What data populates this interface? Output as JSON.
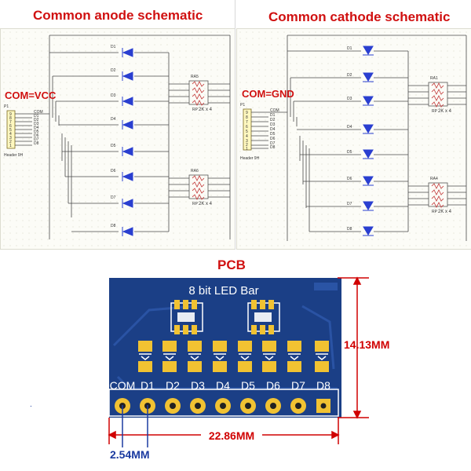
{
  "left": {
    "title": "Common anode schematic",
    "com_label": "COM=VCC",
    "header_ref": "P1",
    "header_name": "Header 9H",
    "pins": [
      "9",
      "8",
      "7",
      "6",
      "5",
      "4",
      "3",
      "2",
      "1"
    ],
    "nets": [
      "COM",
      "D1",
      "D2",
      "D3",
      "D4",
      "D5",
      "D6",
      "D7",
      "D8"
    ],
    "leds": [
      "D1",
      "D2",
      "D3",
      "D4",
      "D5",
      "D6",
      "D7",
      "D8"
    ],
    "ra_top": "RA5",
    "ra_bottom": "RA6",
    "rp_label": "2K x 4",
    "rp_prefix": "RP"
  },
  "right": {
    "title": "Common cathode schematic",
    "com_label": "COM=GND",
    "header_ref": "P1",
    "header_name": "Header 9H",
    "pins": [
      "9",
      "8",
      "7",
      "6",
      "5",
      "4",
      "3",
      "2",
      "1"
    ],
    "nets": [
      "COM",
      "D1",
      "D2",
      "D3",
      "D4",
      "D5",
      "D6",
      "D7",
      "D8"
    ],
    "leds": [
      "D1",
      "D2",
      "D3",
      "D4",
      "D5",
      "D6",
      "D7",
      "D8"
    ],
    "ra_top": "RA1",
    "ra_bottom": "RA4",
    "rp_label": "2K x 4",
    "rp_prefix": "RP"
  },
  "pcb": {
    "title": "PCB",
    "board_text": "8 bit LED Bar",
    "pin_labels": [
      "COM",
      "D1",
      "D2",
      "D3",
      "D4",
      "D5",
      "D6",
      "D7",
      "D8"
    ],
    "height_dim": "14.13MM",
    "width_dim": "22.86MM",
    "pitch_dim": "2.54MM",
    "colors": {
      "board": "#1b3f86",
      "pad": "#f1c232",
      "dimension": "#d00000",
      "pitch": "#1a3aa0"
    }
  }
}
